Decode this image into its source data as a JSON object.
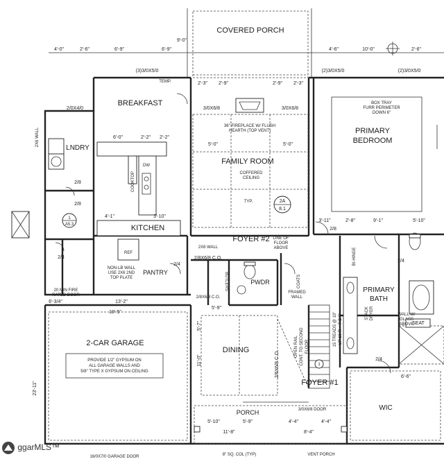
{
  "rooms": {
    "covered_porch": "COVERED PORCH",
    "breakfast": "BREAKFAST",
    "family_room": "FAMILY ROOM",
    "primary_bedroom_1": "PRIMARY",
    "primary_bedroom_2": "BEDROOM",
    "laundry": "LNDRY",
    "kitchen": "KITCHEN",
    "foyer2": "FOYER #2",
    "pantry": "PANTRY",
    "powder": "PWDR",
    "primary_bath_1": "PRIMARY",
    "primary_bath_2": "BATH",
    "garage": "2-CAR GARAGE",
    "dining": "DINING",
    "foyer1": "FOYER #1",
    "porch": "PORCH",
    "wic": "WIC",
    "seat": "SEAT"
  },
  "notes": {
    "fireplace_1": "36\" FIREPLACE W/ FLUSH",
    "fireplace_2": "HEARTH (TOP VENT)",
    "coffered_1": "COFFERED",
    "coffered_2": "CEILING",
    "tray_1": "BOX TRAY",
    "tray_2": "FURR PERIMETER",
    "tray_3": "DOWN 6\"",
    "wall_2x6": "2X6 WALL",
    "gypsum_1": "PROVIDE 1/2\" GYPSUM ON",
    "gypsum_2": "ALL GARAGE WALLS AND",
    "gypsum_3": "5/8\" TYPE X GYPSUM ON CEILING",
    "nonlb_1": "NON-LB WALL",
    "nonlb_2": "USE 2X6 2ND",
    "nonlb_3": "TOP PLATE",
    "fire_door_1": "20 MIN FIRE",
    "fire_door_2": "RATED DOOR",
    "framed_1": "FRAMED",
    "framed_2": "WALL",
    "rail_1": "OPEN RAIL",
    "rail_2": "CONT. TO SECOND",
    "rail_3": "FLOOR",
    "treads": "15 TREADS @ 10\"",
    "risers": "UP 16 R = 7-3/4\"",
    "glass_1": "WALL W/",
    "glass_2": "GLASS",
    "glass_3": "ABOVE",
    "line_floor_1": "LINE OF",
    "line_floor_2": "FLOOR",
    "line_floor_3": "ABOVE",
    "col": "8\" SQ. COL (TYP)",
    "vent": "VENT PORCH",
    "garage_door": "16/0X7/0 GARAGE DOOR",
    "door_porch": "3/0X6/8 DOOR",
    "door_foyer": "2/8X6/8 C.O.",
    "typ": "TYP.",
    "temp": "TEMP.",
    "ref": "REF",
    "dw": "DW",
    "cooktop": "COOKTOP",
    "butlers": "BUTLERS",
    "coats": "COATS",
    "stack_1": "STACK",
    "stack_2": "DRYER",
    "bi_hinge": "BI-HINGE",
    "cabinet_2x6_wall": "2X6 WALL",
    "section_tag_top": "2A",
    "section_tag_bottom": "8.1",
    "detail_tag_top": "1",
    "detail_tag_bottom": "A5.3",
    "circle_1": "1"
  },
  "dimensions": {
    "d1": "4'-0\"",
    "d2": "2'-6\"",
    "d3": "6'-9\"",
    "d4": "6'-9\"",
    "d5": "9'-0\"",
    "d6": "10'-0\"",
    "d7": "2'-6\"",
    "d8": "4'-6\"",
    "win1": "(3)3/0X5/0",
    "win2": "(2)3/0X5/0",
    "win3": "3/0X6/8",
    "win4": "3/0X6/8",
    "win5": "2/0X4/0",
    "win6": "2/8X6/8 C.O.",
    "win7": "2/6X6/8 C.O.",
    "k1": "6'-0\"",
    "k2": "2'-2\"",
    "k3": "2'-2\"",
    "k4": "4'-1\"",
    "k5": "3'-10\"",
    "f1": "2'-3\"",
    "f2": "2'-9\"",
    "f3": "2'-9\"",
    "f4": "2'-3\"",
    "f5": "5'-0\"",
    "f6": "5'-0\"",
    "g1": "6'-3/4\"",
    "g2": "13'-2\"",
    "g3": "19'-5\"",
    "g4": "23'-11\"",
    "g5": "5'-9\"",
    "p1": "5'-10\"",
    "p2": "5'-9\"",
    "p3": "4'-4\"",
    "p4": "4'-4\"",
    "p5": "11'-8\"",
    "p6": "8'-4\"",
    "p7": "11'-0\"",
    "p8": "5'-7\"",
    "b1": "2'-8\"",
    "b2": "3'-11\"",
    "b3": "9'-1\"",
    "b4": "5'-10\"",
    "b5": "6'-6\"",
    "s1": "2/8",
    "s2": "2/4",
    "s3": "2/4",
    "s4": "2/4",
    "s5": "2/8",
    "s6": "2/8",
    "s7": "2/4"
  },
  "watermark": {
    "text": "ggarMLS™"
  }
}
